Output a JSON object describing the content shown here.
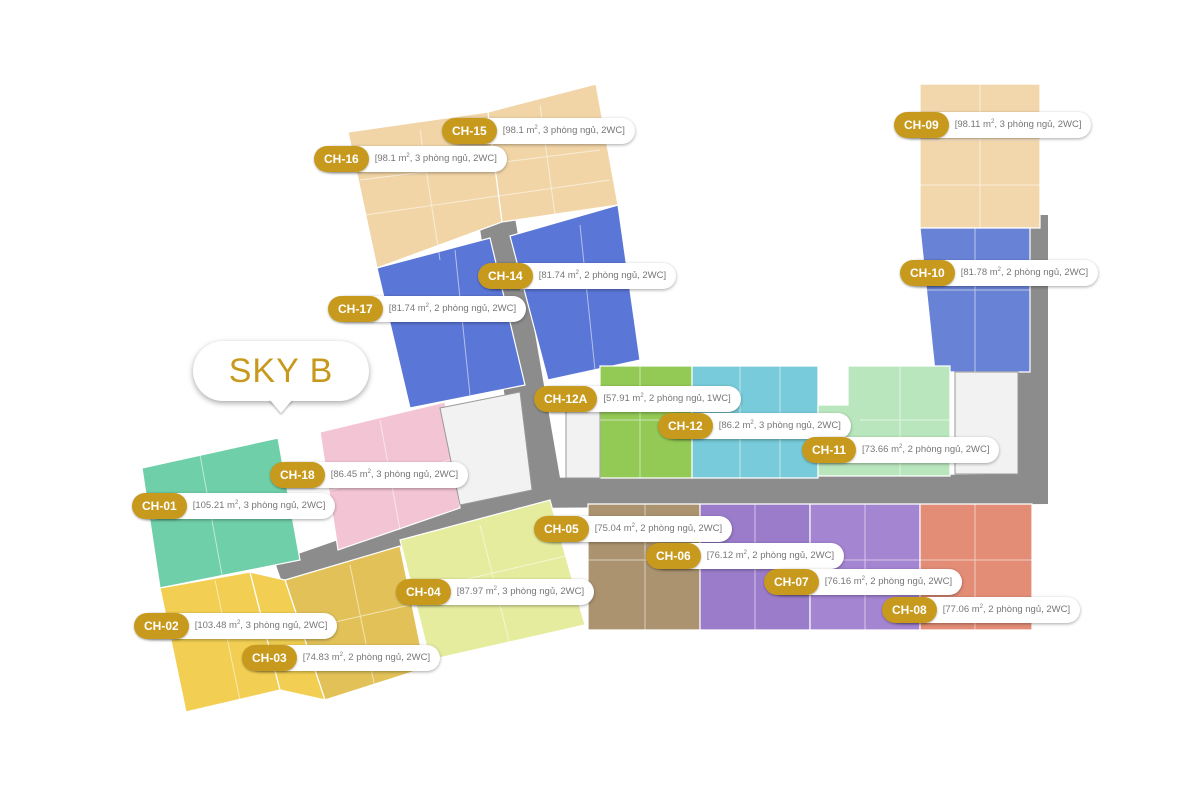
{
  "building": {
    "name": "SKY B"
  },
  "colors": {
    "corridor": "#8c8c8c",
    "accent": "#c79a1e",
    "core": "#f2f2f2"
  },
  "units": [
    {
      "code": "CH-01",
      "area": "105.21",
      "desc": ", 3 phòng ngủ, 2WC",
      "color": "#6fcfa8"
    },
    {
      "code": "CH-02",
      "area": "103.48",
      "desc": ", 3 phòng ngủ, 2WC",
      "color": "#f2cf52"
    },
    {
      "code": "CH-03",
      "area": "74.83",
      "desc": ", 2 phòng ngủ, 2WC",
      "color": "#e2c258"
    },
    {
      "code": "CH-04",
      "area": "87.97",
      "desc": ", 3 phòng ngủ, 2WC",
      "color": "#e6ec9e"
    },
    {
      "code": "CH-05",
      "area": "75.04",
      "desc": ", 2 phòng ngủ, 2WC",
      "color": "#ab9370"
    },
    {
      "code": "CH-06",
      "area": "76.12",
      "desc": ", 2 phòng ngủ, 2WC",
      "color": "#9b7ccb"
    },
    {
      "code": "CH-07",
      "area": "76.16",
      "desc": ", 2 phòng ngủ, 2WC",
      "color": "#a485d2"
    },
    {
      "code": "CH-08",
      "area": "77.06",
      "desc": ", 2 phòng ngủ, 2WC",
      "color": "#e38c76"
    },
    {
      "code": "CH-09",
      "area": "98.11",
      "desc": ", 3 phòng ngủ, 2WC",
      "color": "#f3d7ac"
    },
    {
      "code": "CH-10",
      "area": "81.78",
      "desc": ", 2 phòng ngủ, 2WC",
      "color": "#6883d6"
    },
    {
      "code": "CH-11",
      "area": "73.66 ",
      "desc": ", 2 phòng ngủ, 2WC",
      "color": "#b9e6bd"
    },
    {
      "code": "CH-12",
      "area": "86.2",
      "desc": ", 3 phòng ngủ, 2WC",
      "color": "#77cbda"
    },
    {
      "code": "CH-12A",
      "area": "57.91",
      "desc": ", 2 phòng ngủ, 1WC",
      "color": "#93c955"
    },
    {
      "code": "CH-14",
      "area": "81.74",
      "desc": ", 2 phòng ngủ, 2WC",
      "color": "#5a76d6"
    },
    {
      "code": "CH-15",
      "area": "98.1",
      "desc": ", 3 phòng ngủ, 2WC",
      "color": "#f1d5a6"
    },
    {
      "code": "CH-16",
      "area": "98.1",
      "desc": ", 3 phòng ngủ, 2WC",
      "color": "#f1d5a6"
    },
    {
      "code": "CH-17",
      "area": "81.74",
      "desc": ", 2 phòng ngủ, 2WC",
      "color": "#5a76d6"
    },
    {
      "code": "CH-18",
      "area": "86.45",
      "desc": ", 3 phòng ngủ, 2WC",
      "color": "#f3c4d4"
    }
  ]
}
